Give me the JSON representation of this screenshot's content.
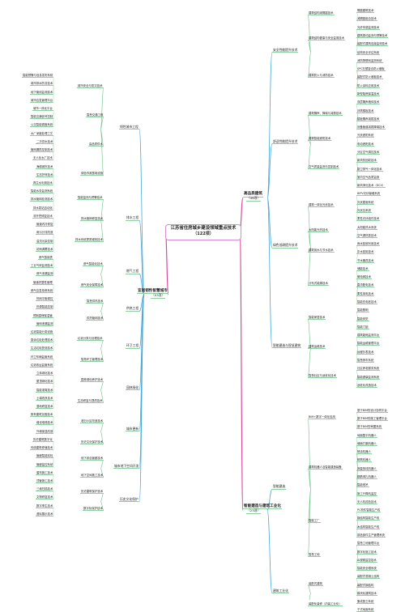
{
  "root": {
    "title": "江苏省住房城乡建设领域重点技术",
    "count": "（122项）"
  },
  "right": [
    {
      "label": "高品质建筑",
      "count": "（46项）",
      "color": "#d64b9a",
      "groups": [
        {
          "label": "安全性能提升技术",
          "color": "#4aa8d8",
          "subs": [
            {
              "label": "建筑结构减隔震技术",
              "leaves": [
                "隔震建筑技术",
                "减隔震组合技术"
              ]
            },
            {
              "label": "建筑结构健康与安全监测技术",
              "leaves": [
                "光纤传感监测技术",
                "建筑振动监测与预警技术",
                "装配式建筑连接监测技术",
                "结构安全评估系统"
              ]
            },
            {
              "label": "建筑防火与消防技术",
              "leaves": [
                "消防物联网监测系统",
                "SPC石塑复合防火墙板",
                "装配式防火墙板技术",
                "防火涂料应用技术",
                "新型阻燃保温技术"
              ]
            }
          ]
        },
        {
          "label": "舒适性能提升技术",
          "color": "#4aa8d8",
          "subs": [
            {
              "label": "建筑隔声、降噪与减振技术",
              "leaves": [
                "双层隔声墙体技术",
                "浮筑楼板技术",
                "楼板隔声减振技术",
                "设备管道减振降噪技术"
              ]
            },
            {
              "label": "建筑智能遮阳技术",
              "leaves": [
                "光伏遮阳系统",
                "电动遮阳技术"
              ]
            },
            {
              "label": "空气质量监测与控制技术",
              "leaves": [
                "分区空气调控技术",
                "新风热回收技术",
                "厨卫排气一体化技术",
                "室内空气品质监测",
                "新风净化技术（DCV）"
              ]
            }
          ]
        },
        {
          "label": "绿色低碳提升技术",
          "color": "#4aa8d8",
          "subs": [
            {
              "label": "建筑一体化光伏技术",
              "leaves": [
                "BIPV光伏幕墙系统",
                "光伏屋面系统",
                "光伏瓦系统",
                "柔性光伏组件技术"
              ]
            },
            {
              "label": "太阳能光热技术",
              "leaves": [
                "太阳能热水系统",
                "空气源热泵技术"
              ]
            },
            {
              "label": "建筑用水与节水技术",
              "leaves": [
                "雨水回收利用技术",
                "中水回用技术",
                "节水器具技术"
              ]
            },
            {
              "label": "分布式能源技术",
              "leaves": [
                "储能技术",
                "微电网技术",
                "直流配电技术",
                "柔性用电技术",
                "智能充电桩技术"
              ]
            }
          ]
        },
        {
          "label": "智能建造与智慧建筑",
          "color": "#4aa8d8",
          "subs": [
            {
              "label": "智能家居技术",
              "leaves": [
                "智能照明",
                "智能安防",
                "智能门锁"
              ]
            },
            {
              "label": "建筑运维技术",
              "leaves": [
                "建筑能耗监测平台",
                "智能运维管理平台",
                "远程抄表技术",
                "智慧停车系统"
              ]
            },
            {
              "label": "智慧社区与适老化技术",
              "leaves": [
                "社区养老服务系统",
                "智能健康监测系统",
                "适老化改造技术"
              ]
            }
          ]
        }
      ]
    },
    {
      "label": "智能建造与建筑工业化",
      "count": "（23项）",
      "color": "#d64b9a",
      "groups": [
        {
          "label": "智能建造",
          "color": "#4aa8d8",
          "subs": [
            {
              "label": "BIM+数字一体化应用",
              "leaves": [
                "基于BIM的设计协同平台",
                "基于BIM的施工管理平台",
                "基于BIM的审图系统"
              ]
            },
            {
              "label": "建筑机器人及智能建造装备",
              "leaves": [
                "地面整平机器人",
                "墙面打磨机器人",
                "喷涂机器人",
                "砌筑机器人",
                "测量放线机器人",
                "钢筋绑扎机器人",
                "智能塔吊",
                "施工升降机监控",
                "无人机巡检技术"
              ]
            },
            {
              "label": "智能工厂",
              "leaves": [
                "PC构件智能生产线",
                "钢结构智能生产线",
                "木结构智能生产线",
                "部品部件生产管理系统"
              ]
            },
            {
              "label": "智慧工地",
              "leaves": [
                "智慧工地管理平台",
                "数字化施工技术",
                "AI视频监控技术",
                "智能安全帽系统"
              ]
            }
          ]
        },
        {
          "label": "建筑工业化",
          "color": "#4aa8d8",
          "subs": [
            {
              "label": "装配式建筑",
              "leaves": [
                "装配式混凝土结构",
                "装配式钢结构",
                "模块化建筑技术"
              ]
            },
            {
              "label": "装配化装修（内装工业化）",
              "leaves": [
                "集成厨卫系统",
                "干式地面系统"
              ]
            }
          ]
        }
      ]
    }
  ],
  "left": [
    {
      "label": "宜居韧性智慧城市",
      "count": "（53项）",
      "color": "#d64b9a",
      "groups": [
        {
          "label": "韧性城市工程",
          "color": "#4aa8d8",
          "subs": [
            {
              "label": "城市安全与防灾技术",
              "leaves": [
                "智能预警与信息发布系统",
                "城市排水防涝技术",
                "地下管线监测技术",
                "城市应急管理平台"
              ]
            },
            {
              "label": "智慧交通工程",
              "leaves": [
                "城市一体化平台",
                "智能交通信号控制",
                "公交智能调度系统"
              ]
            },
            {
              "label": "高品质供水",
              "leaves": [
                "水厂深度处理工艺",
                "二次供水技术",
                "管网漏损控制技术",
                "无人化水厂技术"
              ]
            },
            {
              "label": "绿色市政基础设施",
              "leaves": [
                "海绵城市技术",
                "生态护岸技术",
                "再生水利用技术"
              ]
            }
          ]
        },
        {
          "label": "排水工程",
          "color": "#4aa8d8",
          "subs": [
            {
              "label": "智能监测与预警技术",
              "leaves": [
                "智能水务监测系统",
                "排水管网检测技术",
                "排水泵站自动化"
              ]
            },
            {
              "label": "排水管网修复技术",
              "leaves": [
                "非开挖修复技术",
                "管道内衬修复"
              ]
            },
            {
              "label": "排水系统提质增效技术",
              "leaves": [
                "雨污分流改造",
                "溢流污染控制",
                "初雨调蓄技术"
              ]
            }
          ]
        },
        {
          "label": "燃气工程",
          "color": "#4aa8d8",
          "subs": [
            {
              "label": "燃气智能化技术",
              "leaves": [
                "燃气智能表",
                "工业气体监测技术",
                "燃气泄漏监测"
              ]
            },
            {
              "label": "燃气安全保障技术",
              "leaves": [
                "管道完整性管理",
                "燃气应急抢修系统"
              ]
            }
          ]
        },
        {
          "label": "供热工程",
          "color": "#4aa8d8",
          "subs": [
            {
              "label": "智慧供热技术",
              "leaves": [
                "热网平衡调控",
                "热源智能控制"
              ]
            },
            {
              "label": "供热管网技术",
              "leaves": [
                "预制直埋保温管",
                "管网泄漏监测"
              ]
            }
          ]
        },
        {
          "label": "环卫工程",
          "color": "#4aa8d8",
          "subs": [
            {
              "label": "垃圾分类与处理技术",
              "leaves": [
                "垃圾智能分类设施",
                "厨余垃圾处理技术",
                "生活垃圾焚烧技术"
              ]
            },
            {
              "label": "智慧环卫管理技术",
              "leaves": [
                "环卫车辆监管系统",
                "垃圾收运监管系统"
              ]
            }
          ]
        },
        {
          "label": "园林绿化",
          "color": "#4aa8d8",
          "subs": [
            {
              "label": "园林绿化养护技术",
              "leaves": [
                "立体绿化技术",
                "屋顶绿化技术",
                "智能灌溉技术"
              ]
            },
            {
              "label": "生态修复与提质技术",
              "leaves": [
                "土壤改良技术",
                "湿地修复技术"
              ]
            }
          ]
        },
        {
          "label": "城市更新",
          "color": "#4aa8d8",
          "subs": [
            {
              "label": "老旧小区改造技术",
              "leaves": [
                "既有建筑加固技术",
                "增设电梯技术",
                "外墙保温改造"
              ]
            },
            {
              "label": "历史文化保护技术",
              "leaves": [
                "历史建筑数字化",
                "传统建筑修缮技术"
              ]
            }
          ]
        },
        {
          "label": "城市地下空间开发",
          "color": "#4aa8d8",
          "subs": [
            {
              "label": "地下综合管廊技术",
              "leaves": [
                "管廊智能巡检",
                "管廊监控系统"
              ]
            },
            {
              "label": "地下空间施工技术",
              "leaves": [
                "盾构施工技术",
                "顶管施工技术"
              ]
            }
          ]
        },
        {
          "label": "历史文化保护",
          "color": "#4aa8d8",
          "subs": [
            {
              "label": "历史建筑保护技术",
              "leaves": [
                "三维扫描技术",
                "文物修复技术"
              ]
            },
            {
              "label": "数字化保护技术",
              "leaves": [
                "数字孪生技术",
                "虚拟展示技术"
              ]
            }
          ]
        }
      ]
    }
  ]
}
